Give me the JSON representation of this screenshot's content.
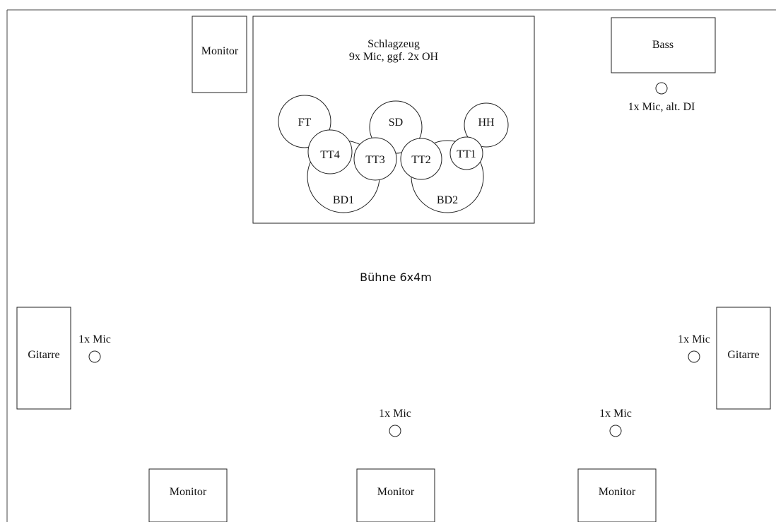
{
  "stage": {
    "title": "Bühne 6x4m"
  },
  "drums": {
    "title": "Schlagzeug",
    "subtitle": "9x Mic, ggf. 2x OH",
    "pieces": {
      "ft": "FT",
      "sd": "SD",
      "hh": "HH",
      "tt4": "TT4",
      "tt3": "TT3",
      "tt2": "TT2",
      "tt1": "TT1",
      "bd1": "BD1",
      "bd2": "BD2"
    }
  },
  "monitors": {
    "top_left": "Monitor",
    "bottom_left": "Monitor",
    "bottom_center": "Monitor",
    "bottom_right": "Monitor"
  },
  "bass": {
    "label": "Bass",
    "mic": "1x Mic, alt. DI"
  },
  "guitar_left": {
    "label": "Gitarre",
    "mic": "1x Mic"
  },
  "guitar_right": {
    "label": "Gitarre",
    "mic": "1x Mic"
  },
  "vocals": {
    "center_mic": "1x Mic",
    "right_mic": "1x Mic"
  }
}
